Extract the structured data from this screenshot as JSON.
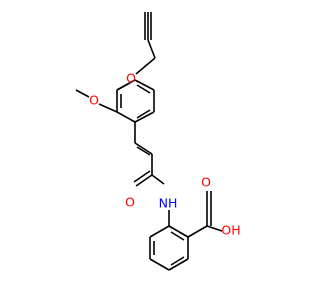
{
  "molecule": {
    "atoms": [
      {
        "id": "oMethoxy",
        "label": "O",
        "color": "#ff0000"
      },
      {
        "id": "oEther",
        "label": "O",
        "color": "#ff0000"
      },
      {
        "id": "oAmide",
        "label": "O",
        "color": "#ff0000"
      },
      {
        "id": "nH",
        "label": "NH",
        "color": "#0000ff"
      },
      {
        "id": "oAcid",
        "label": "O",
        "color": "#ff0000"
      },
      {
        "id": "oh",
        "label": "OH",
        "color": "#ff0000"
      }
    ]
  }
}
